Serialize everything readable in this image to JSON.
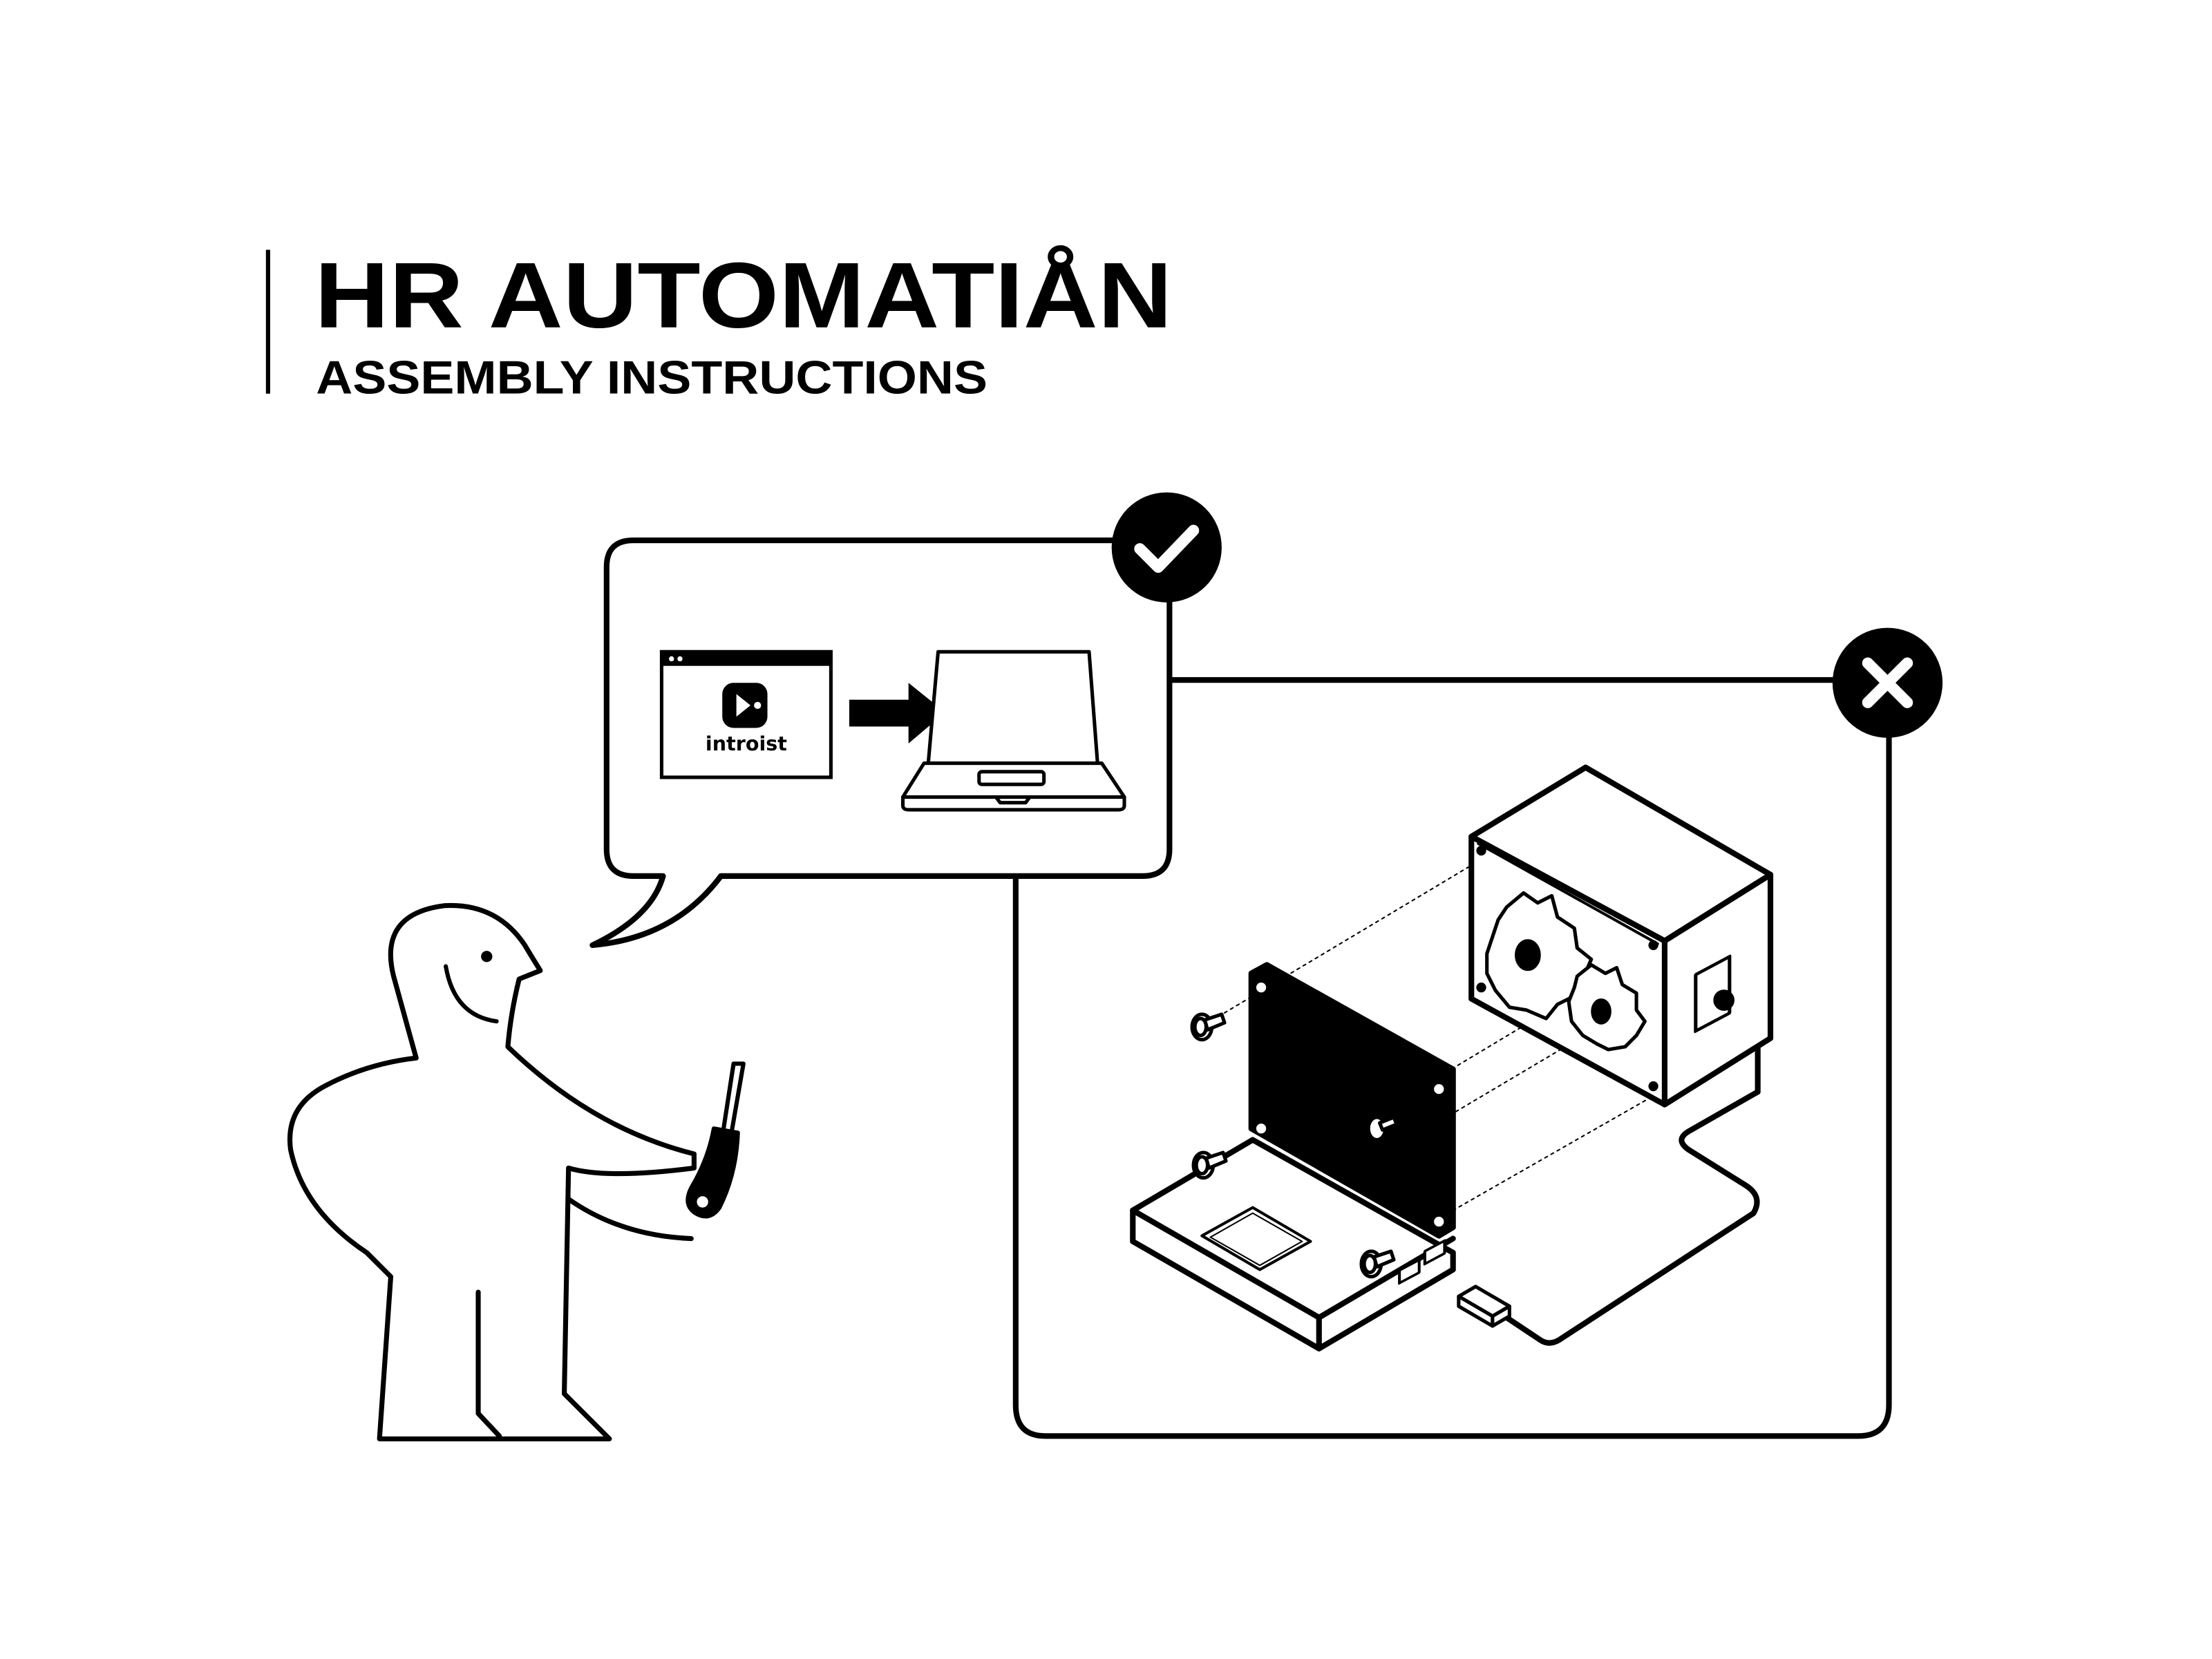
{
  "header": {
    "title": "HR AUTOMATIÅN",
    "subtitle": "ASSEMBLY INSTRUCTIONS"
  },
  "correct_panel": {
    "status_icon": "check-icon",
    "app_window": {
      "logo_icon": "play-logo-icon",
      "brand": "introist"
    },
    "arrow_icon": "arrow-right-icon",
    "target_icon": "laptop-icon"
  },
  "wrong_panel": {
    "status_icon": "cross-icon",
    "illustration": [
      "gearbox-icon",
      "gear-icon",
      "circuit-board-icon",
      "screw-icon",
      "usb-plug-icon",
      "cable-icon"
    ]
  },
  "figure": {
    "character_icon": "person-icon",
    "tool_icon": "screwdriver-icon"
  },
  "colors": {
    "ink": "#000000",
    "paper": "#ffffff"
  }
}
